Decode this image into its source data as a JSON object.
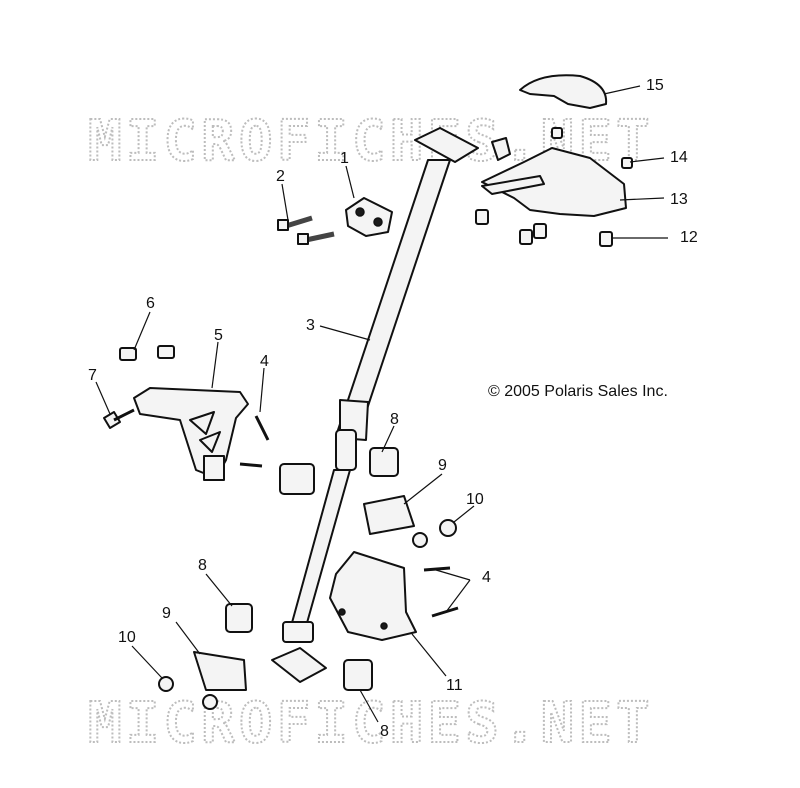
{
  "watermark": {
    "top_text": "MICROFICHES.NET",
    "bottom_text": "MICROFICHES.NET",
    "color": "#bdbdbd"
  },
  "copyright": "© 2005 Polaris Sales Inc.",
  "callouts": {
    "c1": "1",
    "c2": "2",
    "c3": "3",
    "c4a": "4",
    "c4b": "4",
    "c5": "5",
    "c6": "6",
    "c7": "7",
    "c8a": "8",
    "c8b": "8",
    "c8c": "8",
    "c9a": "9",
    "c9b": "9",
    "c10a": "10",
    "c10b": "10",
    "c11": "11",
    "c12": "12",
    "c13": "13",
    "c14": "14",
    "c15": "15"
  }
}
